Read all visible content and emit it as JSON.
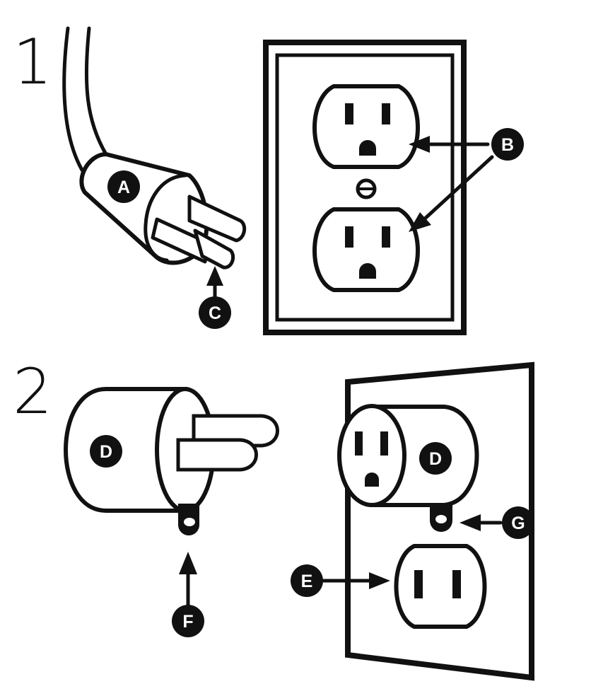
{
  "steps": [
    "1",
    "2"
  ],
  "callouts": {
    "A": "A",
    "B": "B",
    "C": "C",
    "D": "D",
    "E": "E",
    "F": "F",
    "G": "G"
  },
  "colors": {
    "ink": "#111111",
    "paper": "#ffffff"
  }
}
